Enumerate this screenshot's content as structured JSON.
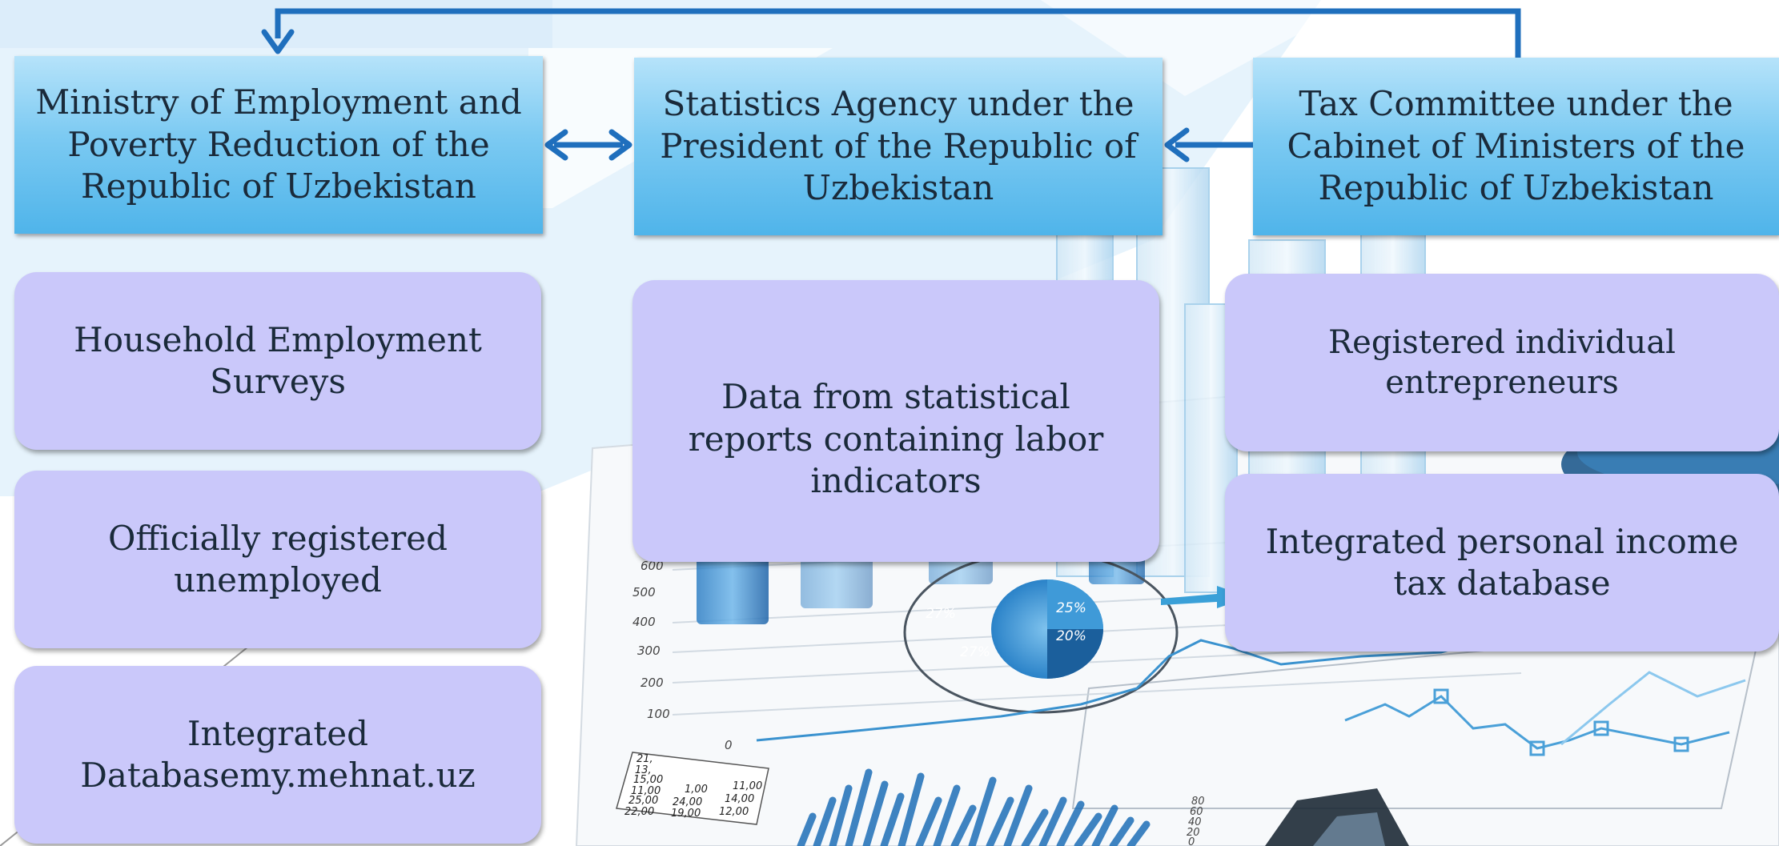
{
  "headers": {
    "ministry": "Ministry of Employment and Poverty Reduction of the Republic of Uzbekistan",
    "statistics": "Statistics Agency under the President of the Republic of Uzbekistan",
    "tax": "Tax Committee under the Cabinet of Ministers of the Republic of Uzbekistan"
  },
  "ministry_sources": [
    "Household Employment Surveys",
    "Officially registered unemployed",
    "Integrated Databasemy.mehnat.uz"
  ],
  "statistics_sources": [
    "Data from statistical reports containing labor indicators"
  ],
  "tax_sources": [
    "Registered individual entrepreneurs",
    "Integrated personal income tax database"
  ],
  "background": {
    "pie_labels": [
      "27%",
      "25%",
      "27%",
      "20%"
    ],
    "axis_ticks": [
      "600",
      "500",
      "400",
      "300",
      "200",
      "100",
      "0"
    ],
    "small_axis_ticks": [
      "80",
      "60",
      "40",
      "20",
      "0"
    ],
    "table_values": [
      "21,",
      "13,",
      "15,00",
      "11,00",
      "1,00",
      "11,00",
      "25,00",
      "24,00",
      "14,00",
      "22,00",
      "19,00",
      "12,00"
    ]
  },
  "colors": {
    "arrow": "#1f6fbd",
    "header_fill": "#66c0ee",
    "card_fill": "#cac8fa",
    "background_panel": "#e6f3fc"
  }
}
